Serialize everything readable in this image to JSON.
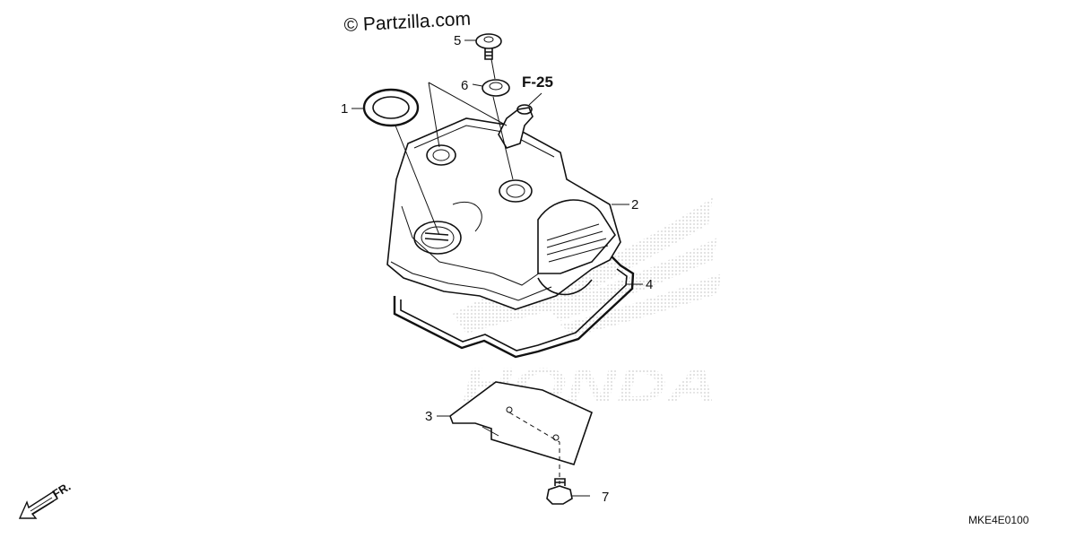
{
  "watermark": {
    "copyright": "© Partzilla.com",
    "brand": "HONDA"
  },
  "reference_label": "F-25",
  "front_indicator": "FR.",
  "diagram_code": "MKE4E0100",
  "callouts": [
    {
      "id": "callout-1",
      "label": "1",
      "part": "o-ring-seal"
    },
    {
      "id": "callout-2",
      "label": "2",
      "part": "cylinder-head-cover"
    },
    {
      "id": "callout-3",
      "label": "3",
      "part": "cover-plate"
    },
    {
      "id": "callout-4",
      "label": "4",
      "part": "cover-gasket"
    },
    {
      "id": "callout-5",
      "label": "5",
      "part": "bolt"
    },
    {
      "id": "callout-6",
      "label": "6",
      "part": "rubber-grommet"
    },
    {
      "id": "callout-7",
      "label": "7",
      "part": "flange-bolt"
    }
  ],
  "colors": {
    "line": "#111111",
    "watermark": "#d6d6d6",
    "background": "#ffffff"
  }
}
